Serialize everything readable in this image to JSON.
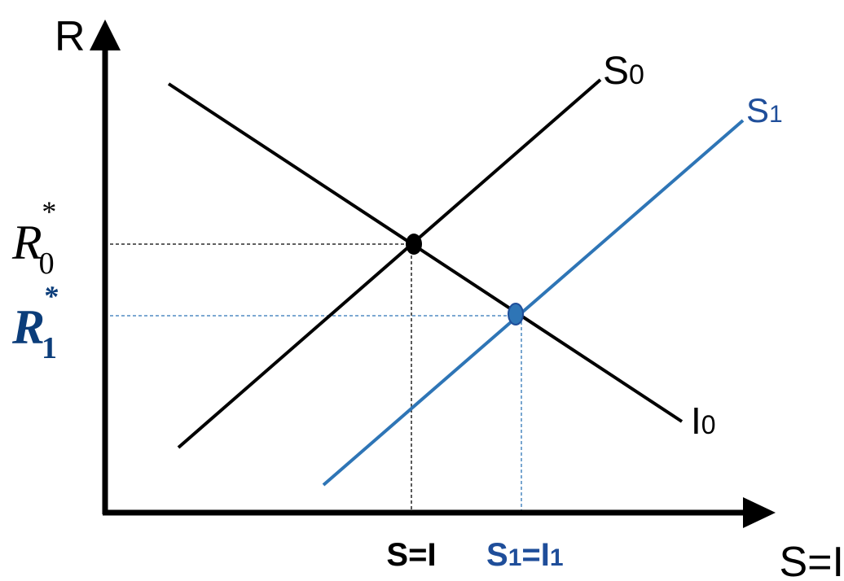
{
  "colors": {
    "primary": "#000000",
    "shifted": "#2e75b6",
    "shifted_text": "#1f4e9a",
    "shifted_math": "#0b3d7a"
  },
  "axes": {
    "y_label": "R",
    "x_label": "S=I"
  },
  "curves": {
    "s0": {
      "base": "S",
      "sub": "0"
    },
    "s1": {
      "base": "S",
      "sub": "1"
    },
    "i0": {
      "base": "I",
      "sub": "0"
    }
  },
  "rates": {
    "r0": {
      "base": "R",
      "sub": "0",
      "sup": "*"
    },
    "r1": {
      "base": "R",
      "sub": "1",
      "sup": "*"
    }
  },
  "quantities": {
    "q0": {
      "text": "S=I"
    },
    "q1": {
      "p1": "S",
      "s1": "1",
      "p2": "=I",
      "s2": "1"
    }
  }
}
